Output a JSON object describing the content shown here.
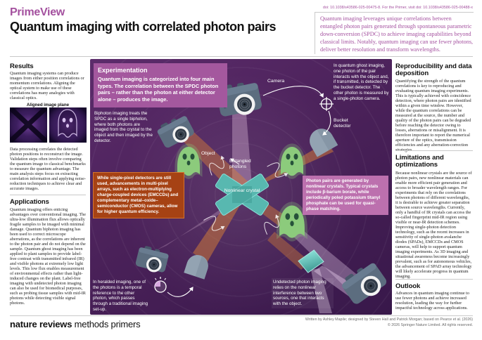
{
  "header": {
    "kicker": "PrimeView",
    "title": "Quantum imaging with correlated photon pairs",
    "doi_line": "doi: 10.1038/s43586-025-00475-8. For the Primer, visit doi: 10.1038/s43586-025-00488-x",
    "summary": "Quantum imaging leverages unique correlations between entangled photon pairs generated through spontaneous parametric down-conversion (SPDC) to achieve imaging capabilities beyond classical limits. Notably, quantum imaging can use fewer photons, deliver better resolution and transform wavelengths."
  },
  "results": {
    "heading": "Results",
    "para1": "Quantum imaging systems can produce images from either position correlations or momentum correlations. Aligning the optical system to make use of these correlations has many analogies with classical optics.",
    "fig_caption": "Aligned image plane",
    "para2": "Data processing correlates the detected photon positions to reconstruct the image. Validation steps often involve comparing the quantum image to classical benchmarks to measure the quantum advantage. The main analysis steps focus on extracting correlation information and applying noise-reduction techniques to achieve clear and accurate images."
  },
  "applications": {
    "heading": "Applications",
    "para1": "Quantum imaging offers enticing advantages over conventional imaging. The ultra-low illumination flux allows optically fragile samples to be imaged with minimal damage. Quantum biphoton imaging has been used to correct microscope aberrations, as the correlations are inherent to the photon pair and do not depend on the sample. Quantum ghost imaging has been applied to plant samples to provide label-free contrast with transmitted infrared (IR) and visible photons at extremely low light levels. This low flux enables measurement of environmental effects rather than light-induced changes on the plant. Label-free imaging with undetected photon imaging can also be used for biomedical purposes, such as probing tissue samples with mid-IR photons while detecting visible signal photons."
  },
  "experimentation": {
    "heading": "Experimentation",
    "intro": "Quantum imaging is categorized into four main types. The correlation between the SPDC photon pairs – rather than the photon at either detector alone – produces the image.",
    "biphoton_note": "Biphoton imaging treats the SPDC as a single biphoton, where both photons are imaged from the crystal to the object and then imaged by the detector.",
    "ghost_note": "In quantum ghost imaging, one photon of the pair interacts with the object and, if transmitted, is detected by the bucket detector. The other photon is measured by a single-photon camera.",
    "heralded_note": "In heralded imaging, one of the photons is a temporal reference to the other photon, which passes through a traditional imaging set-up.",
    "undetected_note": "Undetected photon imaging relies on the nonlinear interference between two sources, one that interacts with the object.",
    "detector_callout": "While single-pixel detectors are still used, advancements in multi-pixel arrays, such as electron-multiplying charge-coupled devices (EMCCDs) and complementary metal–oxide–semiconductor (CMOS) cameras, allow for higher quantum efficiency.",
    "crystal_callout": "Photon pairs are generated by nonlinear crystals. Typical crystals include β-barium borate, while periodically poled potassium titanyl phosphate can be used for quasi-phase matching.",
    "labels": {
      "camera": "Camera",
      "object": "Object",
      "entangled_photons": "Entangled photons",
      "nonlinear_crystal": "Nonlinear crystal",
      "bucket_detector": "Bucket detector"
    }
  },
  "reproducibility": {
    "heading": "Reproducibility and data deposition",
    "body": "Quantifying the strength of the quantum correlations is key to reproducing and evaluating quantum imaging experiments. This is typically achieved with coincidence detection, where photon pairs are identified within a given time window. However, while the quantum correlations can be measured at the source, the number and quality of the photon pairs can be degraded before reaching the detector owing to losses, aberrations or misalignment. It is therefore important to report the numerical aperture of the optics, transmission efficiencies and any aberration-correction strategies."
  },
  "limitations": {
    "heading": "Limitations and optimizations",
    "body": "Because nonlinear crystals are the source of photon pairs, new nonlinear materials can enable more efficient pair generation and access to broader wavelength ranges. For experiments that rely on the correlations between photons of different wavelengths, it is desirable to achieve greater separation between source wavelengths. Currently, only a handful of IR crystals can access the so-called fingerprint mid-IR region using visible or near-IR detection schemes. Improving single-photon detection technology, such as the recent increases in sensitivity of single-photon avalanche diodes (SPADs), EMCCDs and CMOS cameras, will help to support quantum imaging experiments. As 3D imaging and situational awareness become increasingly prevalent, such as for autonomous vehicles, the advancement of SPAD array technology will likely accelerate progress in quantum imaging."
  },
  "outlook": {
    "heading": "Outlook",
    "body": "Advances in quantum imaging continue to use fewer photons and achieve increased resolution, leading the way for further impactful technology across applications."
  },
  "footer": {
    "brand_bold": "nature reviews",
    "brand_light": " methods primers",
    "credit_line1": "Written by Ashley Mapile; designed by Steven Hall and Patrick Morgan; based on Pearce et al. (2026)",
    "credit_line2": "© 2026 Springer Nature Limited. All rights reserved."
  },
  "colors": {
    "brand_purple": "#a4519f",
    "panel_purple": "#4a2159",
    "callout_orange": "#a64214",
    "callout_pink": "#bc70ae",
    "crystal_teal": "#58b8b0",
    "ghost_green": "#8ccb7c"
  }
}
